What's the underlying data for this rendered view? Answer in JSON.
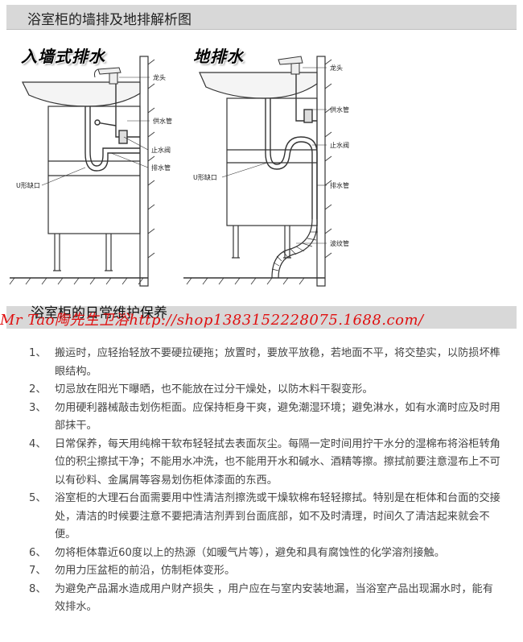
{
  "header": {
    "title": "浴室柜的墙排及地排解析图"
  },
  "diagrams": {
    "left": {
      "title": "入墙式排水",
      "labels": {
        "faucet": "龙头",
        "supply": "供水管",
        "valve": "止水阀",
        "drain": "排水管",
        "trap": "U形缺口"
      }
    },
    "right": {
      "title": "地排水",
      "labels": {
        "faucet": "龙头",
        "supply": "供水管",
        "valve": "止水阀",
        "drain": "排水管",
        "bellows": "波纹管",
        "trap": "U形缺口"
      }
    }
  },
  "section": {
    "title": "浴室柜的日常维护保养"
  },
  "watermark": "Mr Tao陶先生卫浴http://shop1383152228075.1688.com/",
  "care_items": [
    {
      "num": "1、",
      "text": "搬运时，应轻抬轻放不要硬拉硬拖；放置时，要放平放稳，若地面不平，将交垫实，以防损坏榫眼结构。"
    },
    {
      "num": "2、",
      "text": "切忌放在阳光下曝晒，也不能放在过分干燥处，以防木料干裂变形。"
    },
    {
      "num": "3、",
      "text": "勿用硬利器械敲击划伤柜面。应保持柜身干爽，避免潮湿环境；避免淋水，如有水滴时应及时用部抹干。"
    },
    {
      "num": "4、",
      "text": "日常保养，每天用纯棉干软布轻轻拭去表面灰尘。每隔一定时间用拧干水分的湿棉布将浴柜转角位的积尘擦拭干净；不能用水冲洗，也不能用开水和碱水、酒精等擦。擦拭前要注意湿布上不可以有砂料、金属屑等容易划伤柜体漆面的东西。"
    },
    {
      "num": "5、",
      "text": "浴室柜的大理石台面需要用中性清洁剂擦洗或干燥软棉布轻轻擦拭。特别是在柜体和台面的交接处，清洁的时候要注意不要把清洁剂弄到台面底部，如不及时清理，时间久了清洁起来就会不便。"
    },
    {
      "num": "6、",
      "text": "勿将柜体靠近60度以上的热源（如暖气片等），避免和具有腐蚀性的化学溶剂接触。"
    },
    {
      "num": "7、",
      "text": "勿用力压盆柜的前沿，仿制柜体变形。"
    },
    {
      "num": "8、",
      "text": "为避免产品漏水造成用户财产损失 ，用户应在与室内安装地漏，当浴室产品出现漏水时，能有效排水。"
    }
  ]
}
